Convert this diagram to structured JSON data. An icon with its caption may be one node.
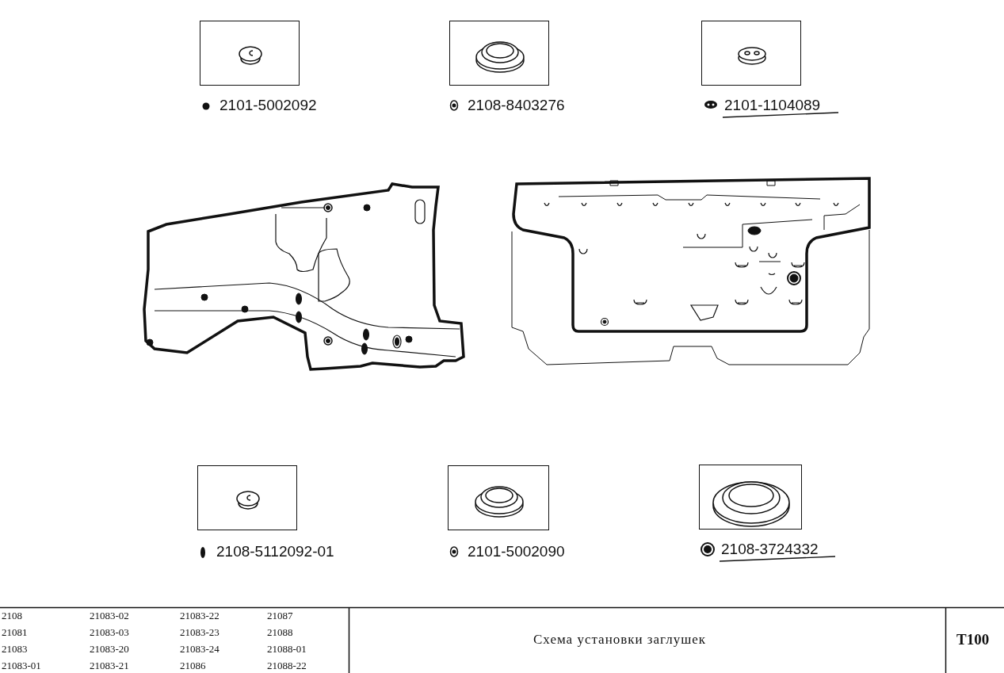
{
  "diagram": {
    "title": "Схема установки заглушек",
    "nodes": [
      {
        "text": [],
        "shape": "picture",
        "beside": [
          "2101-5002092"
        ]
      },
      {
        "text": [],
        "shape": "picture",
        "beside": [
          "2108-8403276"
        ]
      },
      {
        "text": [],
        "shape": "picture",
        "beside": [
          "2101-1104089"
        ]
      },
      {
        "text": [],
        "shape": "picture",
        "beside": [
          "2108-5112092-01"
        ]
      },
      {
        "text": [],
        "shape": "picture",
        "beside": [
          "2101-5002090"
        ]
      },
      {
        "text": [],
        "shape": "picture",
        "beside": [
          "2108-3724332"
        ]
      }
    ],
    "labels": [
      "2108",
      "21083-02",
      "21083-22",
      "21087",
      "21081",
      "21083-03",
      "21083-23",
      "21088",
      "21083",
      "21083-20",
      "21083-24",
      "21088-01",
      "21083-01",
      "21083-21",
      "21086",
      "21088-22",
      "T100"
    ]
  }
}
